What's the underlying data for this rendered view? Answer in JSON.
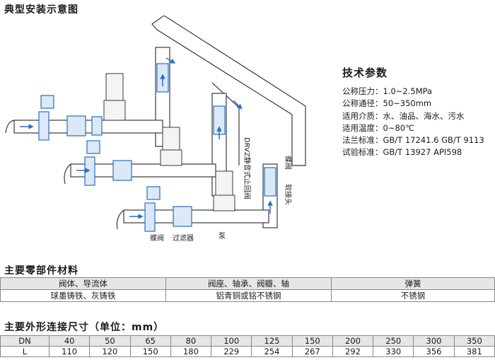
{
  "header": {
    "title": "典型安装示意图"
  },
  "diagram": {
    "label_butterfly_valve_bottom": "蝶阀",
    "label_filter": "过滤器",
    "label_pump": "泵",
    "label_check_valve_vertical": "DRVZ静音式止回阀",
    "label_butterfly_valve_right": "蝶阀",
    "label_flexible_joint": "软接头"
  },
  "specs": {
    "title": "技术参数",
    "rows": [
      {
        "label": "公称压力：",
        "value": "1.0~2.5MPa"
      },
      {
        "label": "公称通径：",
        "value": "50~350mm"
      },
      {
        "label": "适用介质：",
        "value": "水、油品、海水、污水"
      },
      {
        "label": "适用温度：",
        "value": "0~80℃"
      },
      {
        "label": "法兰标准：",
        "value": "GB/T 17241.6 GB/T 9113"
      },
      {
        "label": "试验标准：",
        "value": "GB/T 13927 API598"
      }
    ]
  },
  "materials": {
    "title": "主要零部件材料",
    "headers": [
      "阀体、导流体",
      "阀座、轴承、阀瓣、轴",
      "弹簧"
    ],
    "values": [
      "球墨铸铁、灰铸铁",
      "铝青铜或铭不锈钢",
      "不锈钢"
    ]
  },
  "dimensions": {
    "title": "主要外形连接尺寸（单位：mm）",
    "header_label": "DN",
    "row_label": "L",
    "dn": [
      "40",
      "50",
      "65",
      "80",
      "100",
      "125",
      "150",
      "200",
      "250",
      "300",
      "350"
    ],
    "l": [
      "110",
      "120",
      "150",
      "180",
      "229",
      "254",
      "267",
      "292",
      "330",
      "356",
      "381"
    ]
  },
  "colors": {
    "pipe_blue": "#2a6fc0",
    "line": "#3a3a3a",
    "table_header": "#e6e6e6"
  }
}
